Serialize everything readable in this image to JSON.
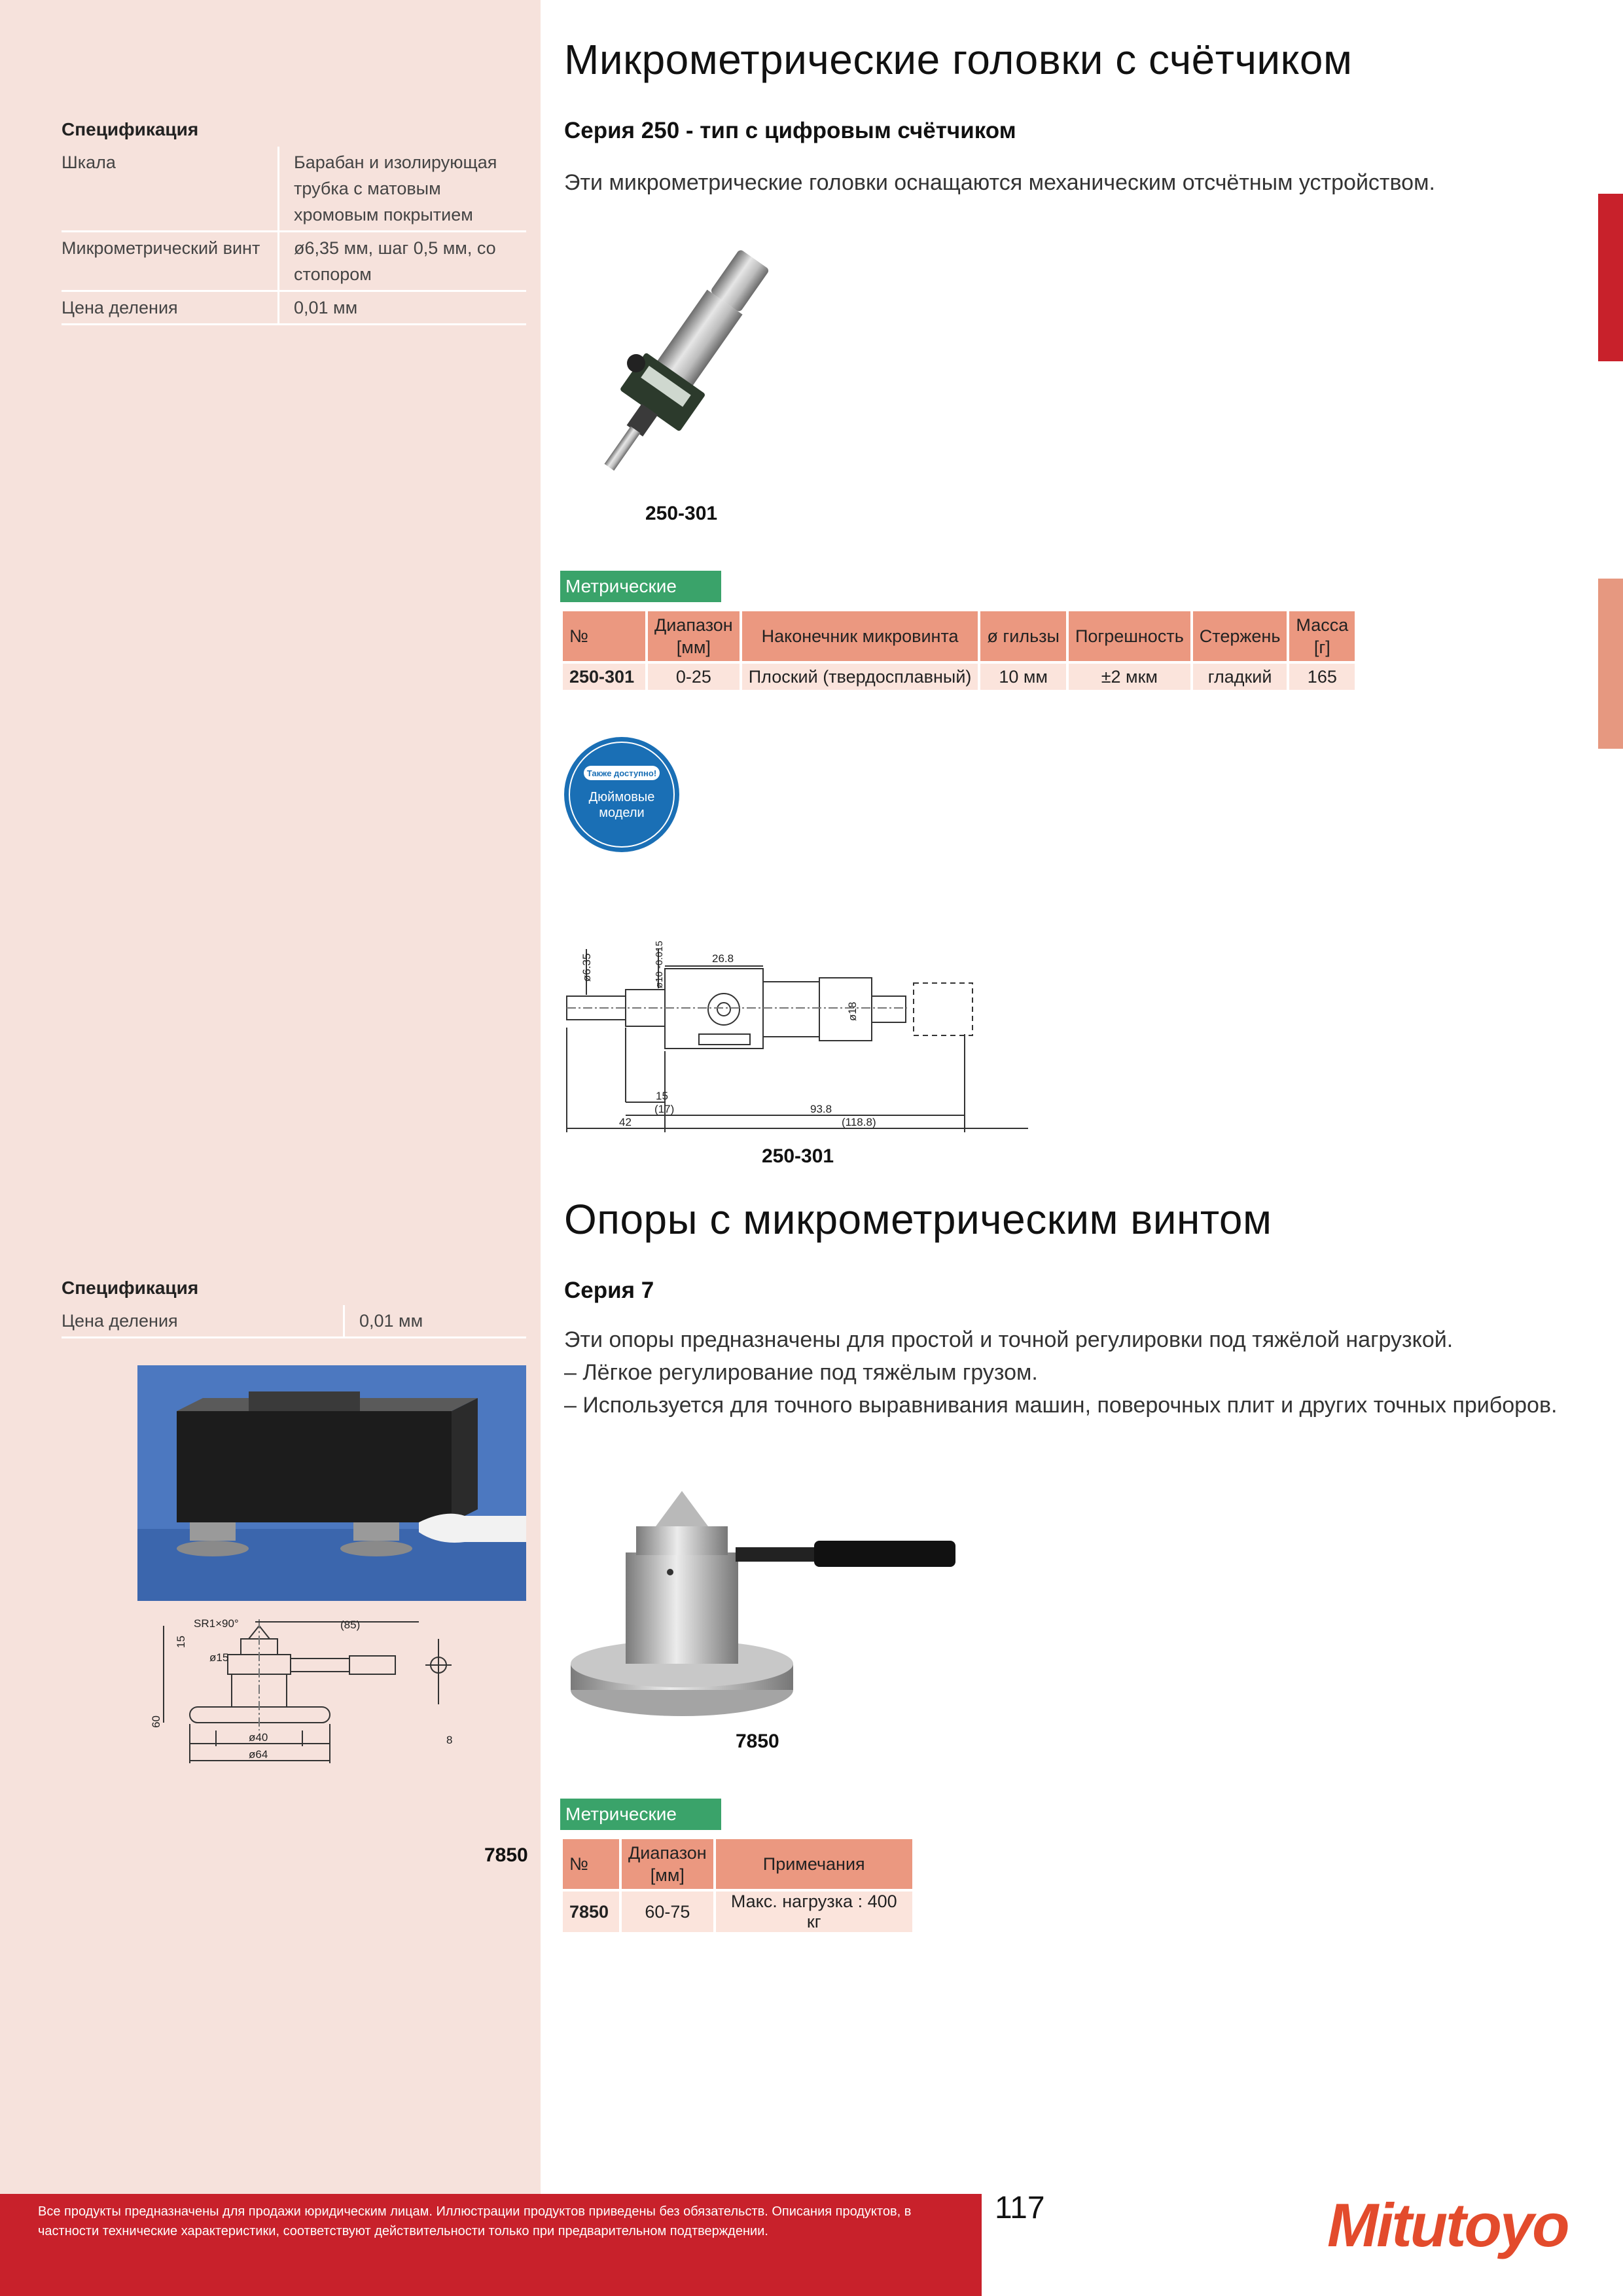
{
  "section1": {
    "title": "Микрометрические головки с счётчиком",
    "subtitle": "Серия 250 - тип с цифровым счётчиком",
    "description": "Эти микрометрические головки оснащаются механическим отсчётным устройством.",
    "photo_caption": "250-301",
    "drawing_caption": "250-301",
    "badge": "Метрические",
    "badge_round": {
      "top": "Также доступно!",
      "line1": "Дюймовые",
      "line2": "модели"
    },
    "spec": {
      "title": "Спецификация",
      "rows": [
        {
          "k": "Шкала",
          "v": "Барабан и изолирующая трубка с матовым хромовым покрытием"
        },
        {
          "k": "Микрометрический винт",
          "v": "ø6,35 мм, шаг 0,5 мм, со стопором"
        },
        {
          "k": "Цена деления",
          "v": "0,01 мм"
        }
      ]
    },
    "table": {
      "headers": [
        "№",
        "Диапазон [мм]",
        "Наконечник микровинта",
        "ø гильзы",
        "Погрешность",
        "Стержень",
        "Масса [г]"
      ],
      "rows": [
        [
          "250-301",
          "0-25",
          "Плоский (твердосплавный)",
          "10 мм",
          "±2 мкм",
          "гладкий",
          "165"
        ]
      ]
    },
    "dims": {
      "d1": "ø6.35",
      "d2": "ø10 -0.015",
      "w1": "26.8",
      "d3": "ø18",
      "a": "15",
      "b": "(17)",
      "c": "93.8",
      "d": "42",
      "e": "(118.8)"
    }
  },
  "section2": {
    "title": "Опоры с микрометрическим винтом",
    "subtitle": "Серия 7",
    "description": "Эти опоры предназначены для простой и точной регулировки под тяжёлой нагрузкой.",
    "bullets": [
      "– Лёгкое регулирование под тяжёлым грузом.",
      "– Используется для точного выравнивания машин, поверочных плит и других точных приборов."
    ],
    "photo_caption": "7850",
    "drawing_caption": "7850",
    "badge": "Метрические",
    "spec": {
      "title": "Спецификация",
      "rows": [
        {
          "k": "Цена деления",
          "v": "0,01 мм"
        }
      ]
    },
    "table": {
      "headers": [
        "№",
        "Диапазон [мм]",
        "Примечания"
      ],
      "rows": [
        [
          "7850",
          "60-75",
          "Макс. нагрузка : 400 кг"
        ]
      ]
    },
    "dims": {
      "sr": "SR1×90°",
      "len": "(85)",
      "h15": "15",
      "d15": "ø15",
      "h60": "60",
      "d40": "ø40",
      "d64": "ø64",
      "h8": "8"
    }
  },
  "footer": {
    "note": "Все продукты предназначены для продажи юридическим лицам. Иллюстрации продуктов приведены без обязательств. Описания продуктов, в частности технические характеристики, соответствуют действительности только при предварительном подтверждении.",
    "page": "117",
    "logo": "Mitutoyo"
  },
  "colors": {
    "accent": "#c8212b",
    "left_bg": "#f6e2dc",
    "table_head": "#eb9880",
    "table_cell": "#fbe4dc",
    "badge": "#3aa36a",
    "logo": "#e34b2c"
  }
}
